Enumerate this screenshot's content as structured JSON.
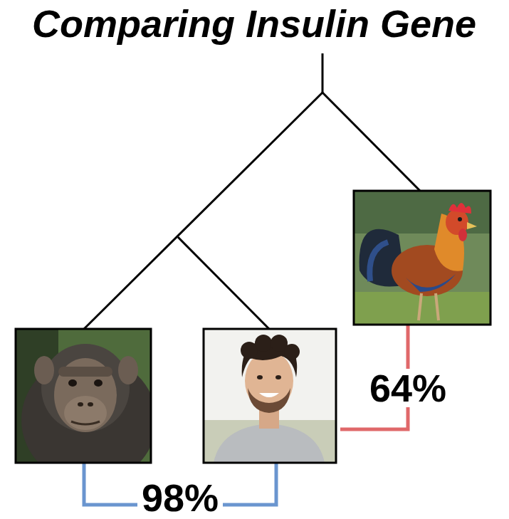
{
  "diagram": {
    "title": "Comparing Insulin Gene",
    "labels": [
      "98%",
      "64%"
    ]
  }
}
